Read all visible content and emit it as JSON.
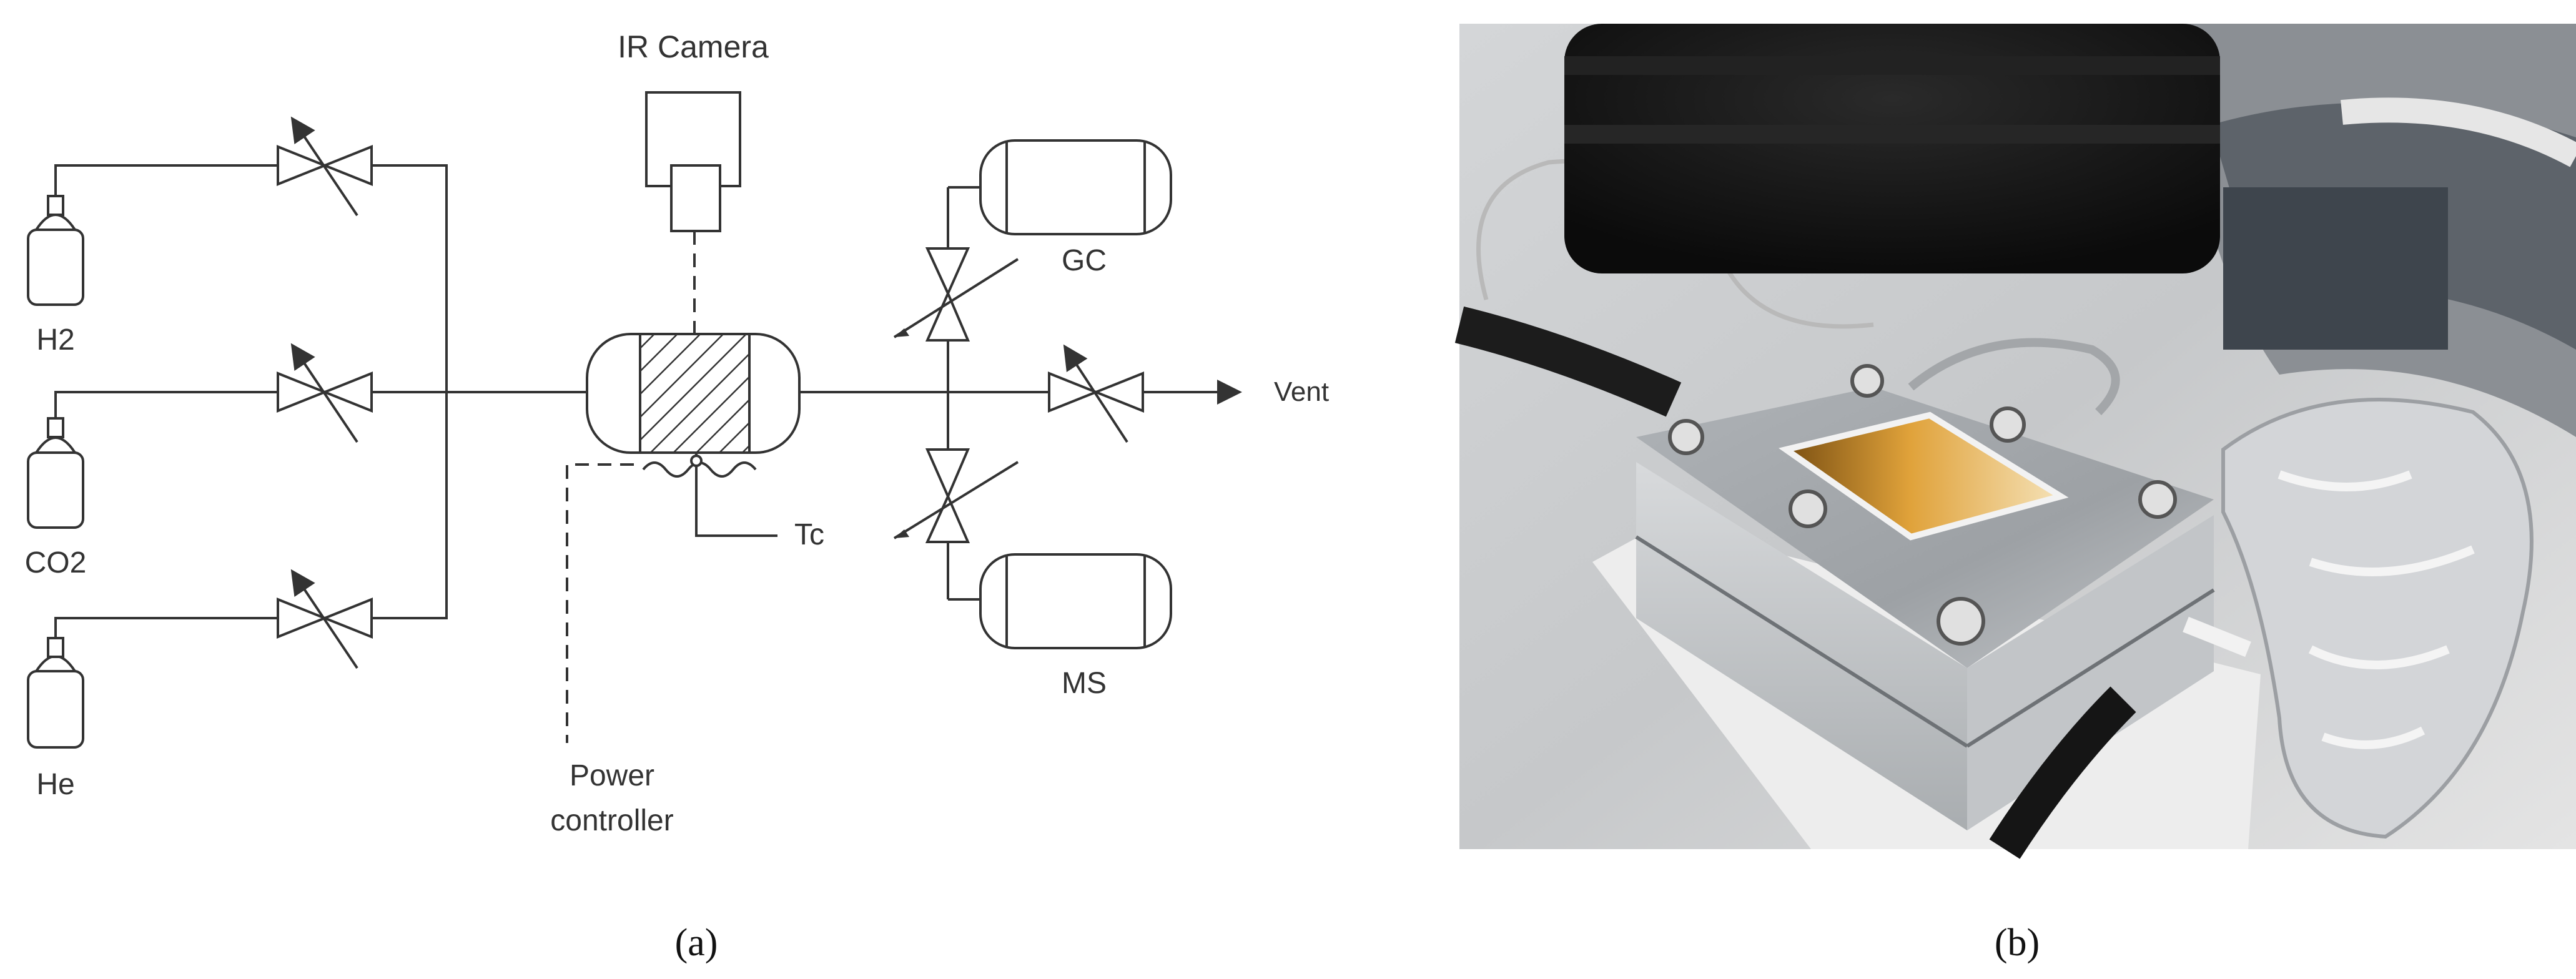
{
  "panel_a": {
    "caption": "(a)",
    "labels": {
      "ir_camera": "IR Camera",
      "gas_h2": "H2",
      "gas_co2": "CO2",
      "gas_he": "He",
      "thermocouple": "Tc",
      "power_line1": "Power",
      "power_line2": "controller",
      "gc": "GC",
      "ms": "MS",
      "vent": "Vent"
    }
  },
  "panel_b": {
    "caption": "(b)"
  },
  "colors": {
    "line": "#333333",
    "metal": "#b9bcc0",
    "lens": "#141414",
    "foil": "#c9cbce",
    "window": "#d8902a"
  }
}
